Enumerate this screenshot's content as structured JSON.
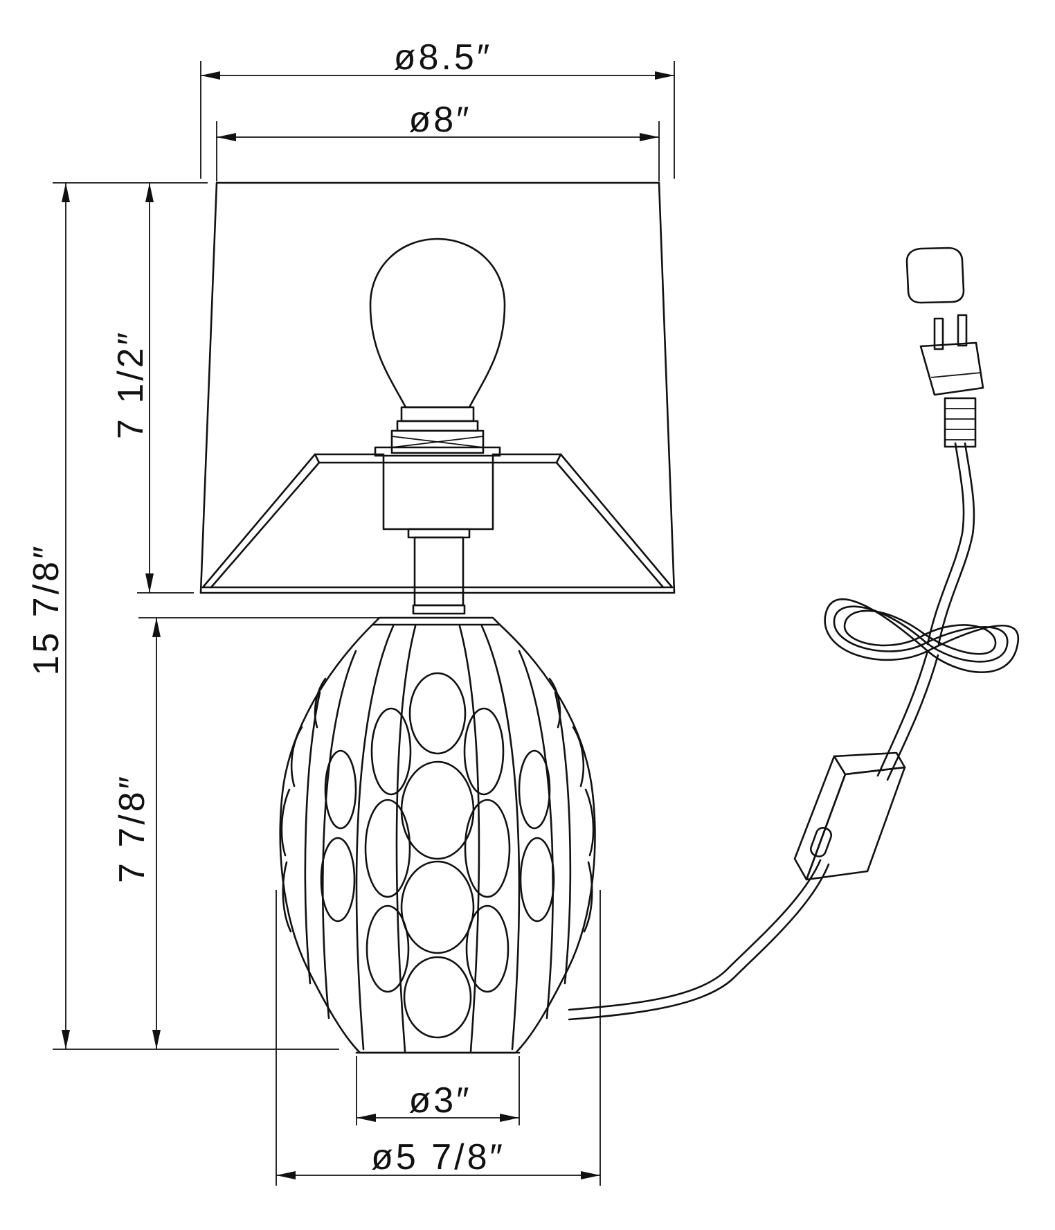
{
  "dimensions": {
    "shade_top_diameter": "ø8.5″",
    "shade_diameter": "ø8″",
    "shade_height": "7 1/2″",
    "total_height": "15 7/8″",
    "base_height": "7 7/8″",
    "foot_diameter": "ø3″",
    "base_diameter": "ø5 7/8″"
  }
}
